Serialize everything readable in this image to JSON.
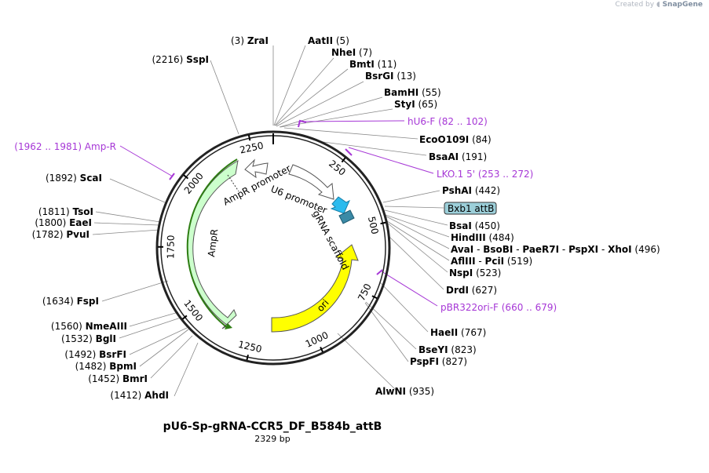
{
  "credit": {
    "prefix": "Created by",
    "brand": "SnapGene"
  },
  "plasmid": {
    "name": "pU6-Sp-gRNA-CCR5_DF_B584b_attB",
    "size": "2329 bp"
  },
  "ticks": [
    "250",
    "500",
    "750",
    "1000",
    "1250",
    "1500",
    "1750",
    "2000",
    "2250"
  ],
  "sites": [
    {
      "name": "ZraI",
      "pos": "(3)"
    },
    {
      "name": "AatII",
      "pos": "(5)"
    },
    {
      "name": "NheI",
      "pos": "(7)"
    },
    {
      "name": "BmtI",
      "pos": "(11)"
    },
    {
      "name": "BsrGI",
      "pos": "(13)"
    },
    {
      "name": "BamHI",
      "pos": "(55)"
    },
    {
      "name": "StyI",
      "pos": "(65)"
    },
    {
      "name": "EcoO109I",
      "pos": "(84)"
    },
    {
      "name": "BsaAI",
      "pos": "(191)"
    },
    {
      "name": "PshAI",
      "pos": "(442)"
    },
    {
      "name": "BsaI",
      "pos": "(450)"
    },
    {
      "name": "HindIII",
      "pos": "(484)"
    },
    {
      "name": "AvaI",
      "pos": ""
    },
    {
      "name": "BsoBI",
      "pos": ""
    },
    {
      "name": "PaeR7I",
      "pos": ""
    },
    {
      "name": "PspXI",
      "pos": ""
    },
    {
      "name": "XhoI",
      "pos": "(496)"
    },
    {
      "name": "AflIII",
      "pos": ""
    },
    {
      "name": "PciI",
      "pos": "(519)"
    },
    {
      "name": "NspI",
      "pos": "(523)"
    },
    {
      "name": "DrdI",
      "pos": "(627)"
    },
    {
      "name": "HaeII",
      "pos": "(767)"
    },
    {
      "name": "BseYI",
      "pos": "(823)"
    },
    {
      "name": "PspFI",
      "pos": "(827)"
    },
    {
      "name": "AlwNI",
      "pos": "(935)"
    },
    {
      "name": "AhdI",
      "pos": "(1412)"
    },
    {
      "name": "BmrI",
      "pos": "(1452)"
    },
    {
      "name": "BpmI",
      "pos": "(1482)"
    },
    {
      "name": "BsrFI",
      "pos": "(1492)"
    },
    {
      "name": "BglI",
      "pos": "(1532)"
    },
    {
      "name": "NmeAIII",
      "pos": "(1560)"
    },
    {
      "name": "FspI",
      "pos": "(1634)"
    },
    {
      "name": "PvuI",
      "pos": "(1782)"
    },
    {
      "name": "EaeI",
      "pos": "(1800)"
    },
    {
      "name": "TsoI",
      "pos": "(1811)"
    },
    {
      "name": "ScaI",
      "pos": "(1892)"
    },
    {
      "name": "SspI",
      "pos": "(2216)"
    }
  ],
  "primers": [
    {
      "name": "hU6-F",
      "range": "(82 .. 102)"
    },
    {
      "name": "LKO.1 5'",
      "range": "(253 .. 272)"
    },
    {
      "name": "pBR322ori-F",
      "range": "(660 .. 679)"
    },
    {
      "name": "Amp-R",
      "range": "(1962 .. 1981)"
    }
  ],
  "features": {
    "attb": "Bxb1 attB",
    "ampr_promoter": "AmpR promoter",
    "u6_promoter": "U6 promoter",
    "grna_scaffold": "gRNA scaffold",
    "ori": "ori",
    "ampr": "AmpR"
  },
  "colors": {
    "ori": "#ffff00",
    "ampr": "#ccffcc",
    "ampr_edge": "#2e7d13",
    "promoter": "#ffffff",
    "grna": "#2bbbee",
    "attb": "#3b8aa6",
    "primer": "#a637d6",
    "backbone": "#222222"
  }
}
